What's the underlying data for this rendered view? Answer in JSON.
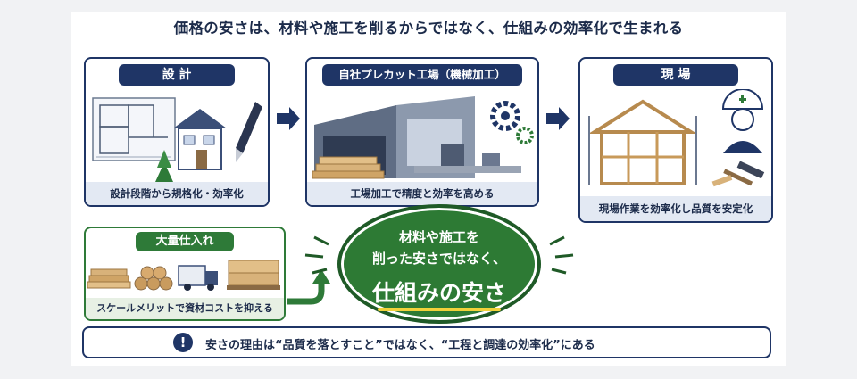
{
  "headline": "価格の安さは、材料や施工を削るからではなく、仕組みの効率化で生まれる",
  "cards": {
    "design": {
      "title": "設 計",
      "caption": "設計段階から規格化・効率化"
    },
    "factory": {
      "title": "自社プレカット工場（機械加工）",
      "caption": "工場加工で精度と効率を高める"
    },
    "site": {
      "title": "現 場",
      "caption": "現場作業を効率化し品質を安定化"
    },
    "bulk": {
      "title": "大量仕入れ",
      "caption": "スケールメリットで資材コストを抑える"
    }
  },
  "center": {
    "line1": "材料や施工を",
    "line2": "削った安さではなく、",
    "line3": "仕組みの安さ"
  },
  "note": {
    "icon": "!",
    "text": "安さの理由は“品質を落とすこと”ではなく、“工程と調達の効率化”にある"
  },
  "colors": {
    "navy": "#1f3566",
    "green": "#2d7a34",
    "caption_bg": "#e3e9f3",
    "highlight": "#f2d23a"
  },
  "icons": [
    "blueprint-icon",
    "house-icon",
    "pen-icon",
    "factory-icon",
    "gear-icon",
    "lumber-icon",
    "house-frame-icon",
    "worker-icon",
    "hammer-icon",
    "logs-icon",
    "truck-icon",
    "pallet-icon",
    "exclamation-icon"
  ]
}
